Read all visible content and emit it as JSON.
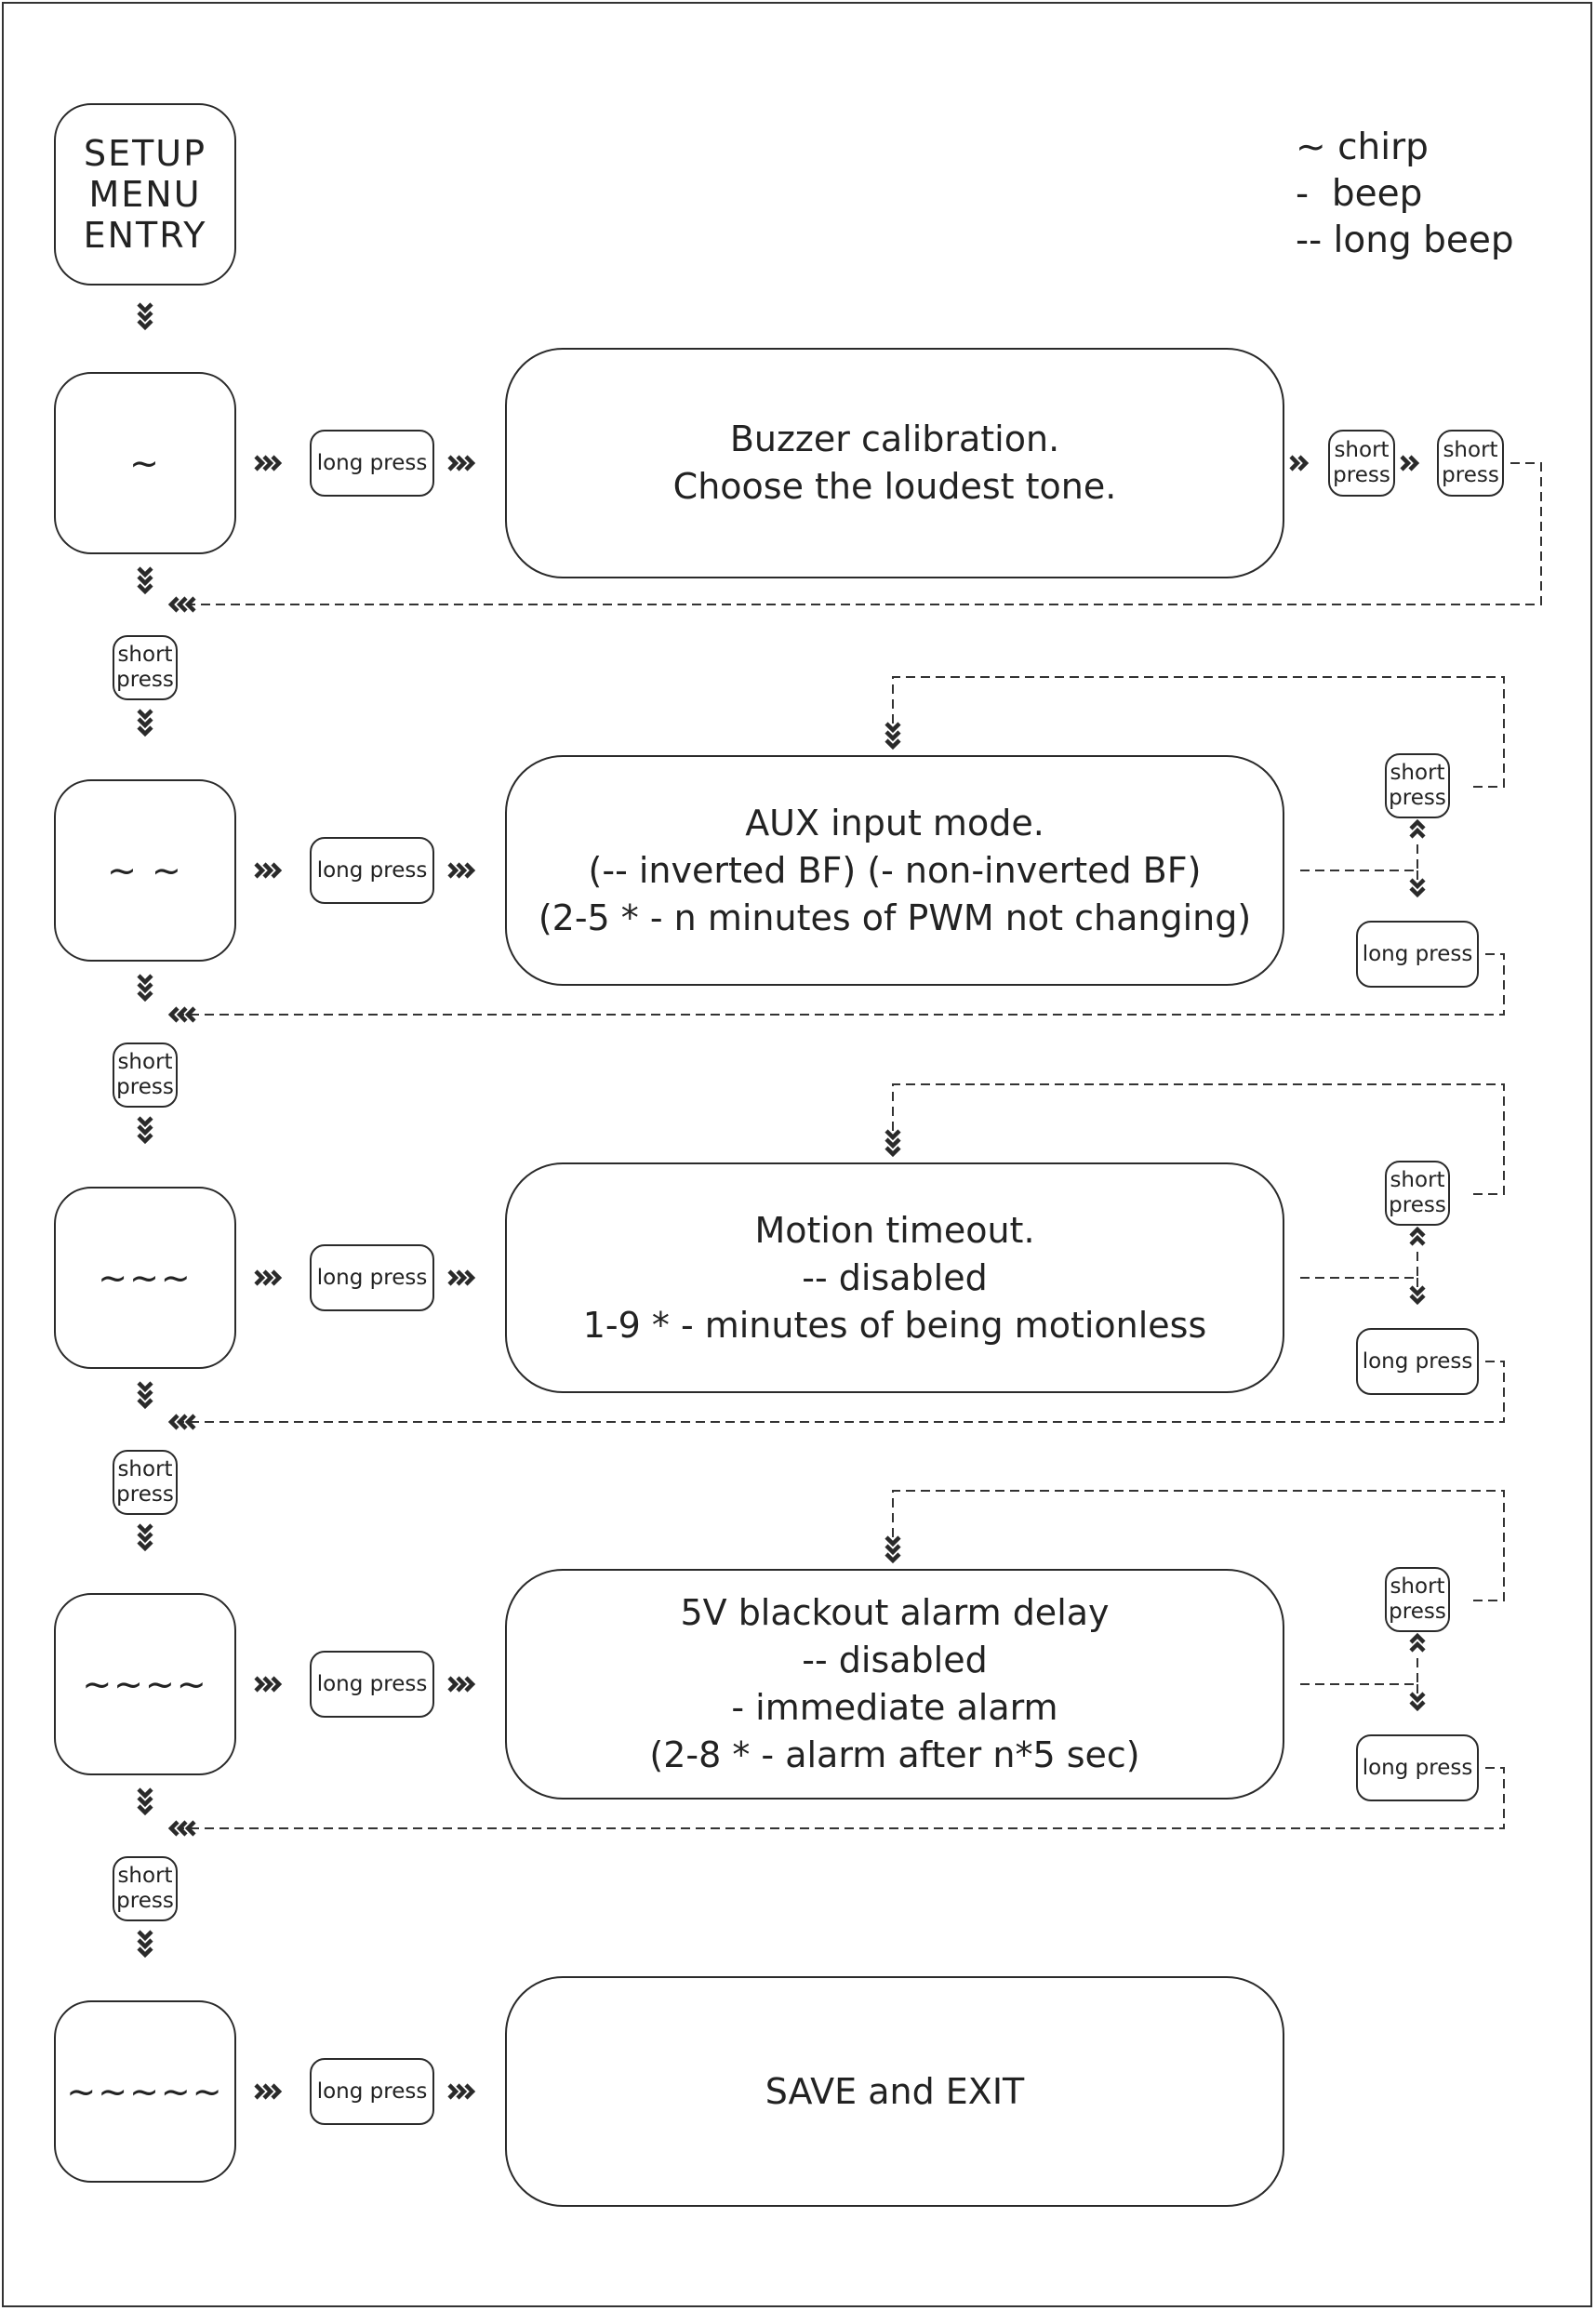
{
  "legend": [
    "~ chirp",
    "-  beep",
    "-- long beep"
  ],
  "entry": {
    "label": "SETUP\nMENU\nENTRY"
  },
  "menu_items": [
    {
      "indicator": "~",
      "description": "Buzzer calibration.\nChoose the loudest tone."
    },
    {
      "indicator": "~ ~",
      "description": "AUX input mode.\n(-- inverted BF) (- non-inverted BF)\n(2-5 * - n minutes of PWM not changing)"
    },
    {
      "indicator": "~~~",
      "description": "Motion timeout.\n-- disabled\n1-9 * - minutes of being motionless"
    },
    {
      "indicator": "~~~~",
      "description": "5V blackout alarm delay\n-- disabled\n- immediate alarm\n(2-8 * - alarm after n*5 sec)"
    },
    {
      "indicator": "~~~~~",
      "description": "SAVE and EXIT"
    }
  ],
  "labels": {
    "long_press": "long press",
    "short_press": "short\npress"
  }
}
